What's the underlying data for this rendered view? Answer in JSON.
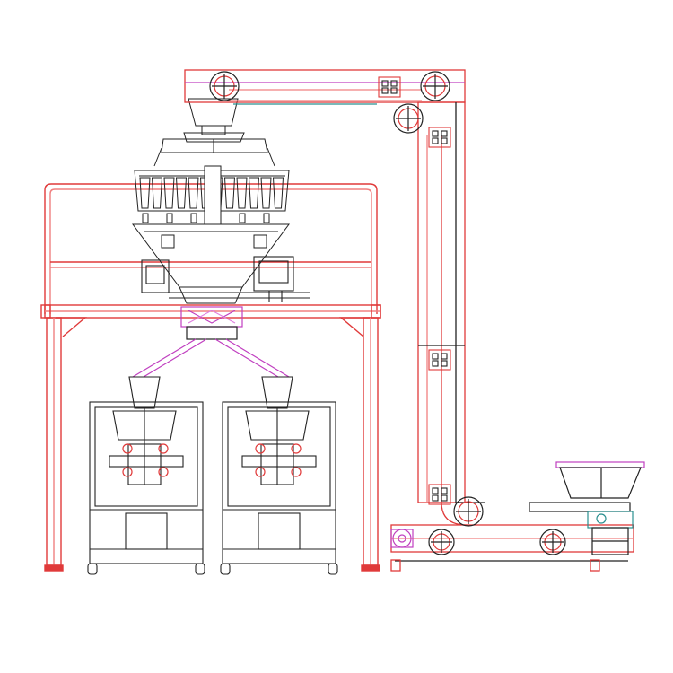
{
  "diagram": {
    "subject": "multihead-weigher-packaging-line",
    "colors": {
      "frame": "#e03a3a",
      "frame_light": "#f08080",
      "line": "#222222",
      "accent": "#c040c0",
      "accent_light": "#e080e0",
      "teal": "#2a8f8f",
      "background": "#ffffff"
    },
    "components": [
      "platform-frame",
      "multihead-weigher",
      "control-panel",
      "distribution-chute",
      "packing-machine-left",
      "packing-machine-right",
      "z-bucket-elevator",
      "feed-hopper"
    ]
  }
}
